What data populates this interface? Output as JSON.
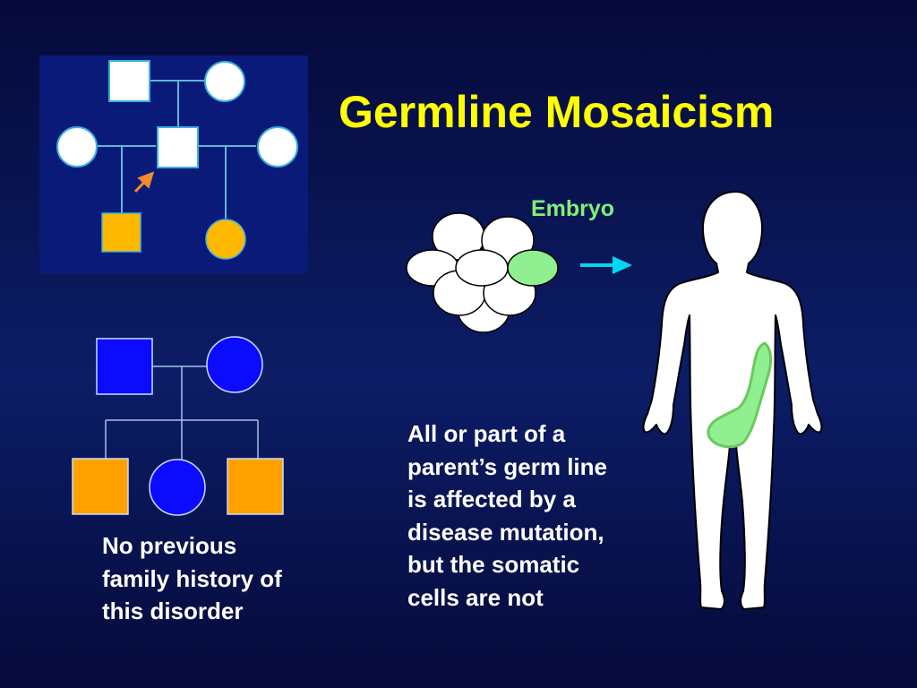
{
  "slide": {
    "title": "Germline Mosaicism",
    "embryo_label": "Embryo",
    "left_note": "No previous\nfamily history of\nthis disorder",
    "right_note": "All or part of a\nparent’s germ line\nis affected by a\ndisease mutation,\nbut the somatic\ncells are not"
  },
  "colors": {
    "title": "#ffff00",
    "embryo_label": "#7cf27a",
    "affected": "#ffa200",
    "affected_pedigree_inset": "#ffb800",
    "unaffected_pedigree": "#0b0bff",
    "mutant_cell": "#90ef90",
    "arrow": "#00d8f0",
    "inset_background": "#0a1a78"
  },
  "icons": [
    "arrow-right-icon",
    "proband-arrow-icon"
  ]
}
